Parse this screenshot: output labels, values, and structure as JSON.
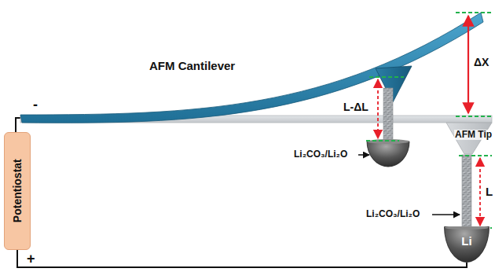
{
  "diagram": {
    "nodes": [
      {
        "text": [
          "Potentiostat"
        ]
      },
      {
        "text": [
          "Li"
        ]
      }
    ],
    "edges": [
      {
        "from": 0,
        "to": 1,
        "arrow": "none"
      }
    ],
    "labels": [
      "AFM Cantilever",
      "ΔX",
      "L-ΔL",
      "Li₂CO₃/Li₂O",
      "AFM Tip",
      "L",
      "Li₂CO₃/Li₂O",
      "-",
      "+"
    ]
  }
}
